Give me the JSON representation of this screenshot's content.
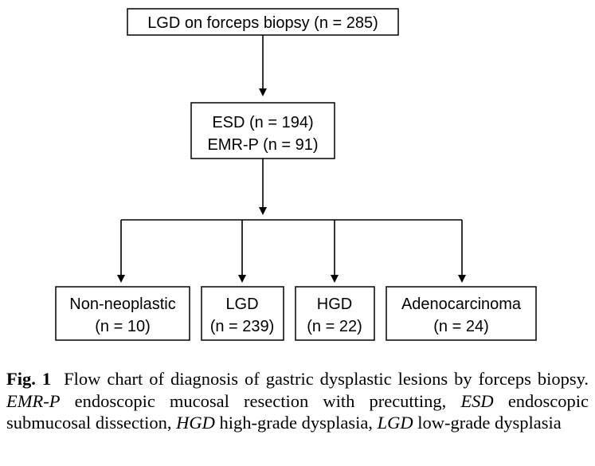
{
  "nodes": {
    "top": {
      "line1": "LGD on forceps biopsy (n = 285)"
    },
    "procedure": {
      "line1": "ESD (n = 194)",
      "line2": "EMR-P (n = 91)"
    },
    "outcomes": [
      {
        "id": "non-neoplastic",
        "line1": "Non-neoplastic",
        "line2": "(n = 10)"
      },
      {
        "id": "lgd",
        "line1": "LGD",
        "line2": "(n = 239)"
      },
      {
        "id": "hgd",
        "line1": "HGD",
        "line2": "(n = 22)"
      },
      {
        "id": "adenocarcinoma",
        "line1": "Adenocarcinoma",
        "line2": "(n = 24)"
      }
    ]
  },
  "caption": {
    "fig_label": "Fig. 1",
    "text1": "Flow chart of diagnosis of gastric dysplastic lesions by forceps biopsy.",
    "abbr1": "EMR-P",
    "def1": "endoscopic mucosal resection with precutting,",
    "abbr2": "ESD",
    "def2": "endoscopic submucosal dissection,",
    "abbr3": "HGD",
    "def3": "high-grade dysplasia,",
    "abbr4": "LGD",
    "def4": "low-grade dysplasia"
  }
}
